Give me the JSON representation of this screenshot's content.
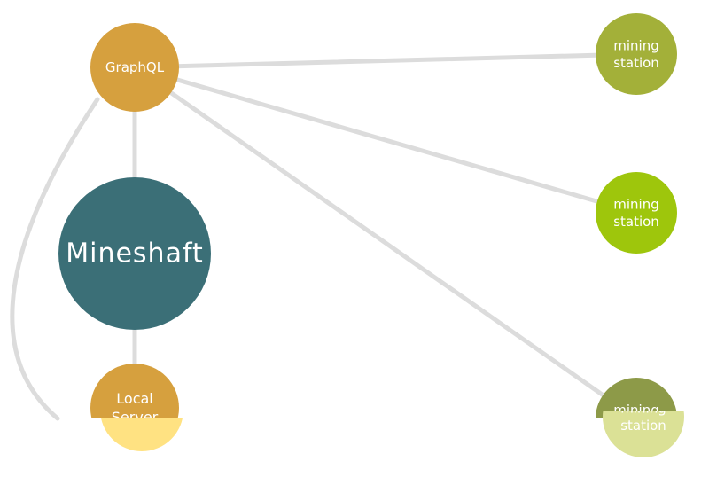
{
  "diagram": {
    "nodes": [
      {
        "id": "graphql",
        "lines": [
          "GraphQL"
        ],
        "color": "#d6a03e"
      },
      {
        "id": "mineshaft",
        "lines": [
          "Mineshaft"
        ],
        "color": "#3b6f77"
      },
      {
        "id": "local-server",
        "lines": [
          "Local",
          "Server"
        ],
        "color": "#d6a03e"
      },
      {
        "id": "mining-1",
        "lines": [
          "mining",
          "station"
        ],
        "color": "#a3b039"
      },
      {
        "id": "mining-2",
        "lines": [
          "mining",
          "station"
        ],
        "color": "#9ec60c"
      },
      {
        "id": "mining-3",
        "lines": [
          "mining",
          "station"
        ],
        "color": "#8d9a48"
      },
      {
        "id": "local-server-ghost",
        "lines": [],
        "color": "#ffe282"
      },
      {
        "id": "mining-3-ghost",
        "lines": [
          "mining",
          "station"
        ],
        "color": "#dbe196"
      }
    ],
    "edges": [
      {
        "from": "graphql",
        "to": "mineshaft"
      },
      {
        "from": "mineshaft",
        "to": "local-server"
      },
      {
        "from": "graphql",
        "to": "mining-1"
      },
      {
        "from": "graphql",
        "to": "mining-2"
      },
      {
        "from": "graphql",
        "to": "mining-3"
      },
      {
        "from": "graphql",
        "to": "local-server"
      }
    ],
    "edge_color": "#dcdcdc"
  }
}
